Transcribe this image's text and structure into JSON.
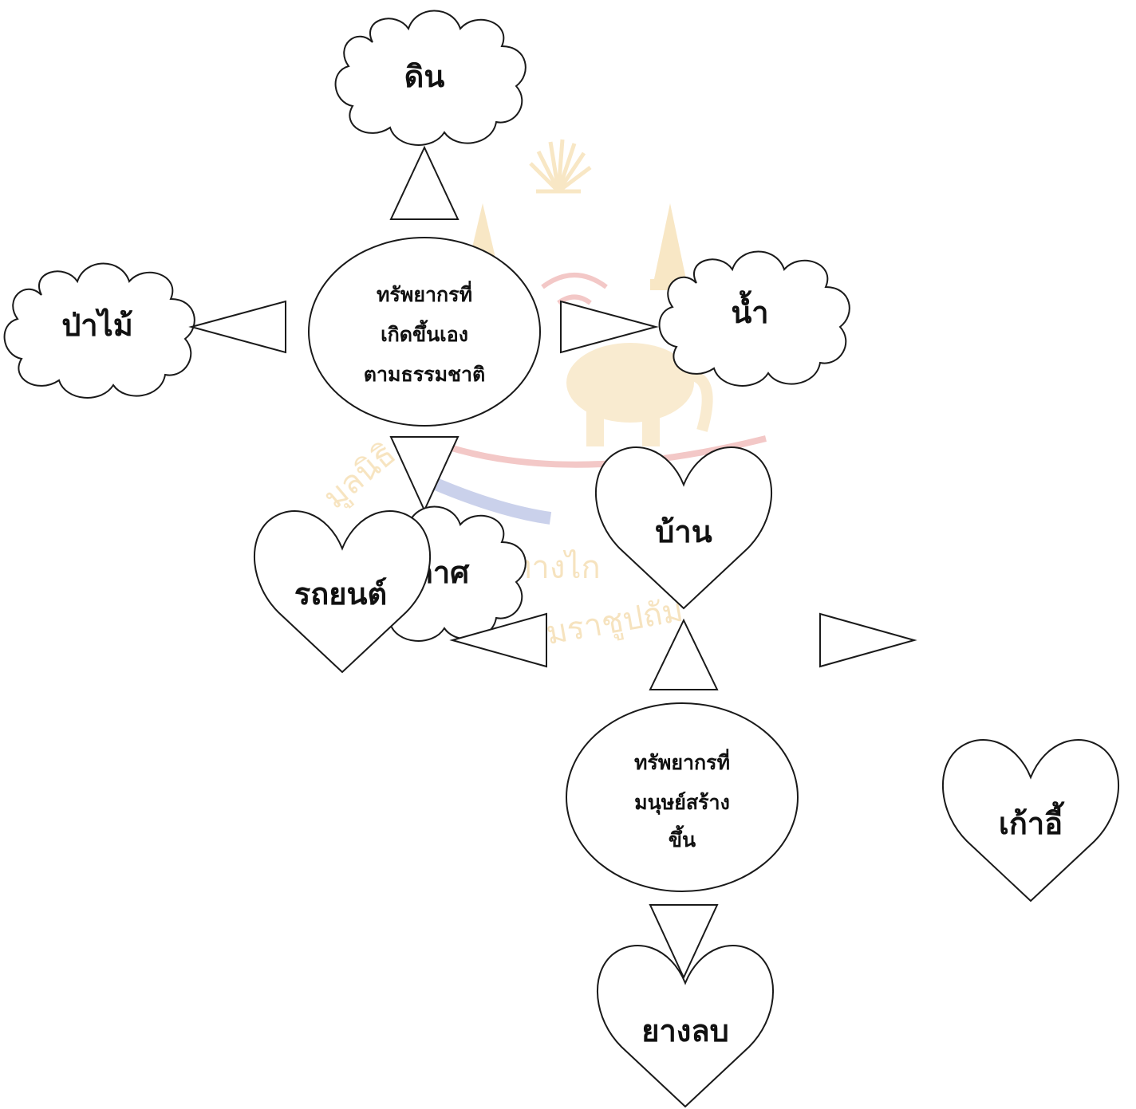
{
  "watermark": {
    "colors": [
      "#e8b24a",
      "#d9534f",
      "#5a6fbf"
    ],
    "arc_text_lower": "ะบรมราชูปถัม",
    "arc_text_left": "มูลนิธิ",
    "arc_text_right_fragment": "ทางไก"
  },
  "group_natural": {
    "center": [
      "ทรัพยากรที่",
      "เกิดขึ้นเอง",
      "ตามธรรมชาติ"
    ],
    "top": "ดิน",
    "left": "ป่าไม้",
    "right": "น้ำ",
    "bottom": "อากาศ"
  },
  "group_manmade": {
    "center": [
      "ทรัพยากรที่",
      "มนุษย์สร้าง",
      "ขึ้น"
    ],
    "top": "บ้าน",
    "left": "รถยนต์",
    "right": "เก้าอี้",
    "bottom": "ยางลบ"
  }
}
